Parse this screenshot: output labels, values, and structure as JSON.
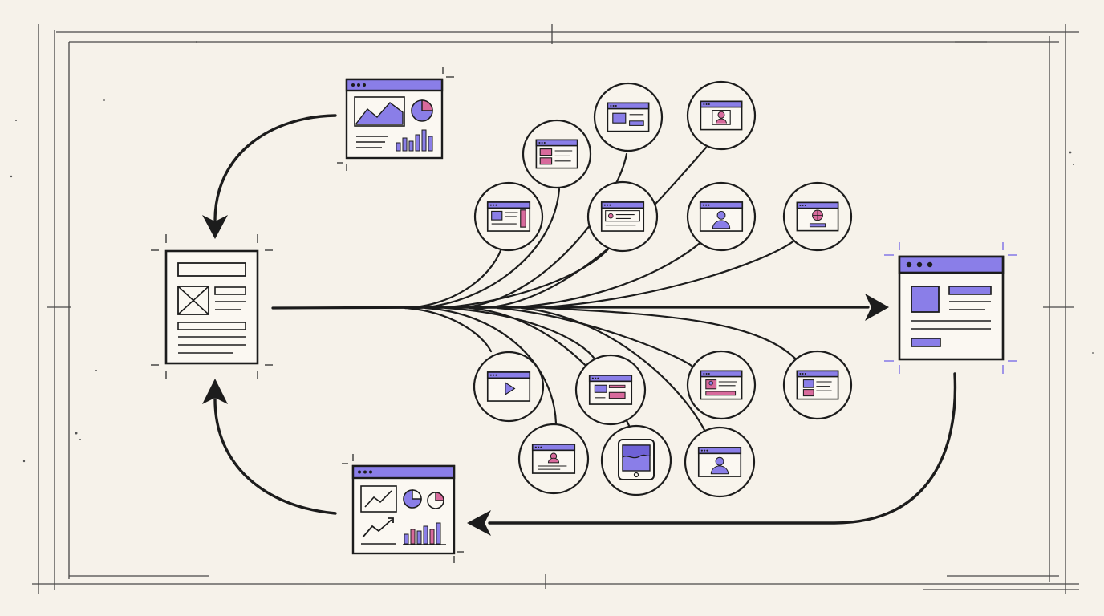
{
  "diagram": {
    "kind": "hand-drawn flow diagram: one template page fans out into many page variants, merged into a final page, with an analytics feedback loop",
    "colors": {
      "background": "#f6f2ea",
      "ink": "#1c1c1c",
      "accent": "#8a7ee8",
      "accent_dark": "#6f62d6",
      "pink": "#d86a9c",
      "pink_dark": "#c45286"
    },
    "nodes": {
      "source_page": {
        "icon": "wireframe-page-icon"
      },
      "final_page": {
        "icon": "browser-window-icon"
      },
      "dashboard_top": {
        "icon": "analytics-dashboard-icon"
      },
      "dashboard_bottom": {
        "icon": "analytics-dashboard-icon"
      }
    },
    "variants_top": [
      {
        "icon": "browser-two-blocks-icon"
      },
      {
        "icon": "browser-pink-blocks-icon"
      },
      {
        "icon": "browser-text-block-icon"
      },
      {
        "icon": "browser-user-icon"
      },
      {
        "icon": "browser-card-icon"
      },
      {
        "icon": "browser-user-icon"
      },
      {
        "icon": "browser-globe-icon"
      }
    ],
    "variants_bottom": [
      {
        "icon": "browser-video-icon"
      },
      {
        "icon": "browser-pink-blocks-icon"
      },
      {
        "icon": "browser-user-profile-icon"
      },
      {
        "icon": "browser-user-card-icon"
      },
      {
        "icon": "tablet-image-icon"
      },
      {
        "icon": "browser-user-icon"
      },
      {
        "icon": "browser-layout-icon"
      }
    ],
    "edges": [
      {
        "name": "feedback-arrow-top",
        "from": "dashboard_top",
        "to": "source_page"
      },
      {
        "name": "feedback-arrow-bottom",
        "from": "dashboard_bottom",
        "to": "source_page"
      },
      {
        "name": "main-flow-arrow",
        "from": "source_page",
        "to": "final_page"
      },
      {
        "name": "final-to-dashboard-arrow",
        "from": "final_page",
        "to": "dashboard_bottom"
      }
    ]
  }
}
